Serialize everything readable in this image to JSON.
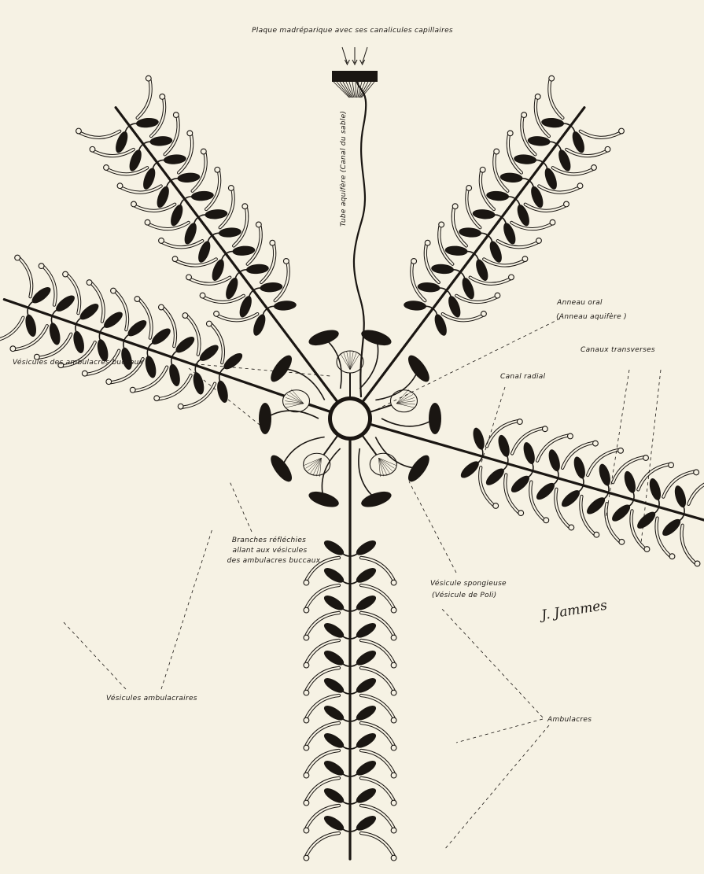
{
  "labels": {
    "plaque": "Plaque madréparique avec ses canalicules capillaires",
    "tube": "Tube aquifère (Canal du sable)",
    "anneau_oral_1": "Anneau oral",
    "anneau_oral_2": "(Anneau aquifère )",
    "canaux_transverses": "Canaux transverses",
    "canal_radial": "Canal radial",
    "vesicules_buccaux": "Vésicules des ambulacres buccaux",
    "branches_1": "Branches réfléchies",
    "branches_2": "allant aux vésicules",
    "branches_3": "des ambulacres buccaux",
    "vesicule_spongieuse_1": "Vésicule spongieuse",
    "vesicule_spongieuse_2": "(Vésicule de Poli)",
    "vesicules_ambulacraires": "Vésicules ambulacraires",
    "ambulacres": "Ambulacres"
  },
  "signature": "J. Jammes",
  "colors": {
    "paper": "#f6f2e4",
    "ink": "#1a1612"
  }
}
